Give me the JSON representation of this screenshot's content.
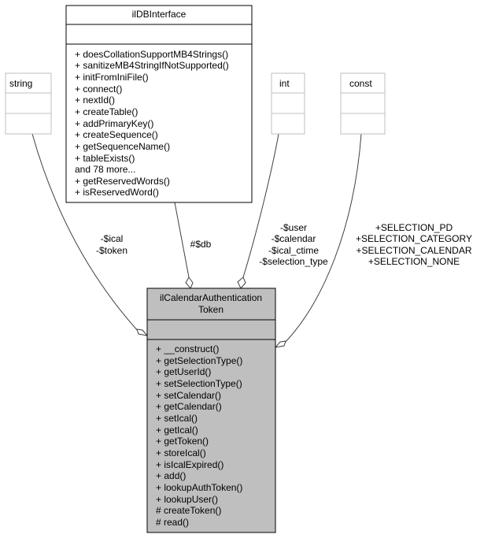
{
  "colors": {
    "main_fill": "#bfbfbf",
    "main_stroke": "#000000",
    "box_fill": "#ffffff",
    "box_stroke": "#000000",
    "faded_stroke": "#bfbfbf",
    "edge": "#404040"
  },
  "classes": {
    "string": {
      "name": "string"
    },
    "int": {
      "name": "int"
    },
    "const": {
      "name": "const"
    },
    "ildb": {
      "name": "ilDBInterface",
      "methods": [
        "+ doesCollationSupportMB4Strings()",
        "+ sanitizeMB4StringIfNotSupported()",
        "+ initFromIniFile()",
        "+ connect()",
        "+ nextId()",
        "+ createTable()",
        "+ addPrimaryKey()",
        "+ createSequence()",
        "+ getSequenceName()",
        "+ tableExists()",
        "and 78 more...",
        "+ getReservedWords()",
        "+ isReservedWord()"
      ]
    },
    "main": {
      "name_lines": [
        "ilCalendarAuthentication",
        "Token"
      ],
      "methods": [
        "+ __construct()",
        "+ getSelectionType()",
        "+ getUserId()",
        "+ setSelectionType()",
        "+ setCalendar()",
        "+ getCalendar()",
        "+ setIcal()",
        "+ getIcal()",
        "+ getToken()",
        "+ storeIcal()",
        "+ isIcalExpired()",
        "+ add()",
        "+ lookupAuthToken()",
        "+ lookupUser()",
        "# createToken()",
        "# read()"
      ]
    }
  },
  "edges": {
    "string": [
      "-$ical",
      "-$token"
    ],
    "ildb": [
      "#$db"
    ],
    "int": [
      "-$user",
      "-$calendar",
      "-$ical_ctime",
      "-$selection_type"
    ],
    "const": [
      "+SELECTION_PD",
      "+SELECTION_CATEGORY",
      "+SELECTION_CALENDAR",
      "+SELECTION_NONE"
    ]
  }
}
